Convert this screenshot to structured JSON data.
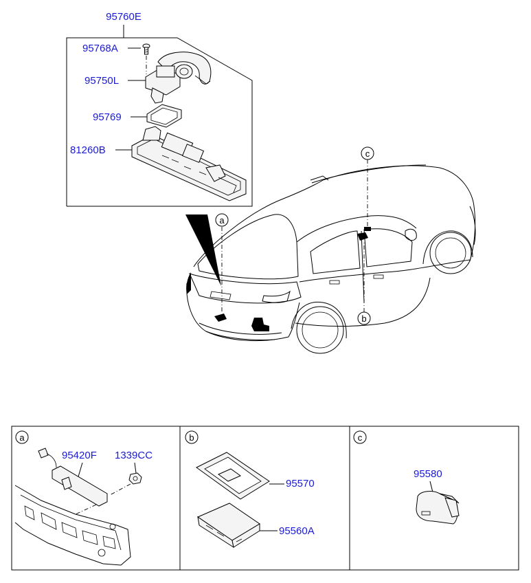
{
  "top_group": {
    "assembly_label": "95760E",
    "parts": [
      {
        "label": "95768A"
      },
      {
        "label": "95750L"
      },
      {
        "label": "95769"
      },
      {
        "label": "81260B"
      }
    ]
  },
  "vehicle_callouts": [
    {
      "letter": "a"
    },
    {
      "letter": "b"
    },
    {
      "letter": "c"
    }
  ],
  "bottom_panels": [
    {
      "letter": "a",
      "parts": [
        {
          "label": "95420F"
        },
        {
          "label": "1339CC"
        }
      ]
    },
    {
      "letter": "b",
      "parts": [
        {
          "label": "95570"
        },
        {
          "label": "95560A"
        }
      ]
    },
    {
      "letter": "c",
      "parts": [
        {
          "label": "95580"
        }
      ]
    }
  ],
  "colors": {
    "part_number": "#1a1ad4",
    "line": "#000000",
    "background": "#ffffff"
  }
}
